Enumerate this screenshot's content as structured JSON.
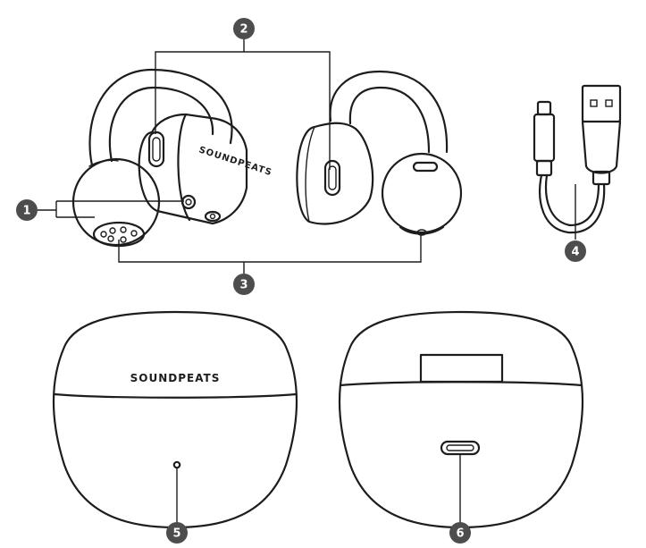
{
  "diagram": {
    "brand_text": "SOUNDPEATS",
    "callouts": [
      {
        "id": "1",
        "label": "1"
      },
      {
        "id": "2",
        "label": "2"
      },
      {
        "id": "3",
        "label": "3"
      },
      {
        "id": "4",
        "label": "4"
      },
      {
        "id": "5",
        "label": "5"
      },
      {
        "id": "6",
        "label": "6"
      }
    ]
  }
}
